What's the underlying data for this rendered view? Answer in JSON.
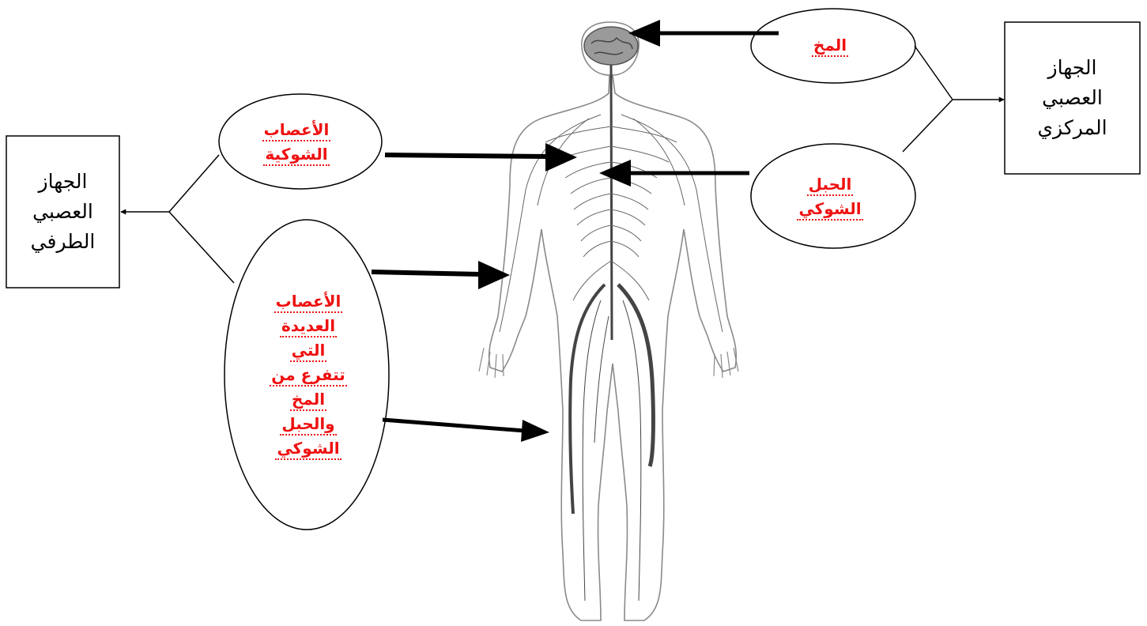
{
  "central_box": {
    "lines": [
      "الجهاز",
      "العصبي",
      "المركزي"
    ]
  },
  "peripheral_box": {
    "lines": [
      "الجهاز",
      "العصبي",
      "الطرفي"
    ]
  },
  "labels": {
    "brain": [
      "المخ"
    ],
    "spinal_cord": [
      "الحبل",
      "الشوكي"
    ],
    "spinal_nerves": [
      "الأعصاب",
      "الشوكية"
    ],
    "cranial_spinal_nerves": [
      "الأعصاب",
      "العديدة",
      "التي",
      "تتفرع من",
      "المخ",
      "والحبل",
      "الشوكي"
    ]
  },
  "colors": {
    "label_text": "#ee1111",
    "box_text": "#000000",
    "lines": "#000000",
    "body_outline": "#8a8a8a",
    "nerves": "#555555"
  }
}
